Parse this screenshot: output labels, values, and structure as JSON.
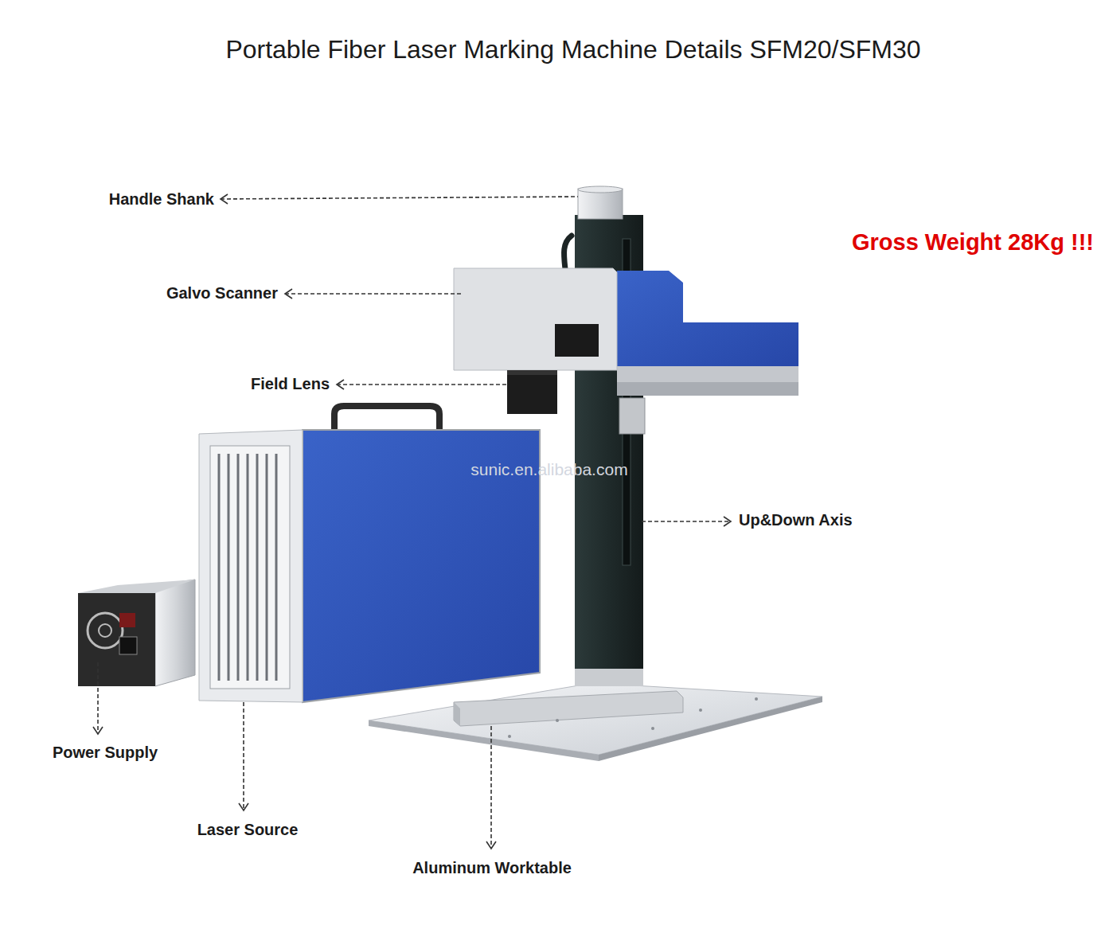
{
  "diagram": {
    "title": "Portable Fiber Laser Marking Machine Details SFM20/SFM30",
    "labels": [
      "Handle Shank",
      "Gross Weight 28Kg !!!",
      "Galvo Scanner",
      "Field Lens",
      "sunic.en.alibaba.com",
      "Up&Down Axis",
      "Power Supply",
      "Laser Source",
      "Aluminum Worktable"
    ]
  }
}
